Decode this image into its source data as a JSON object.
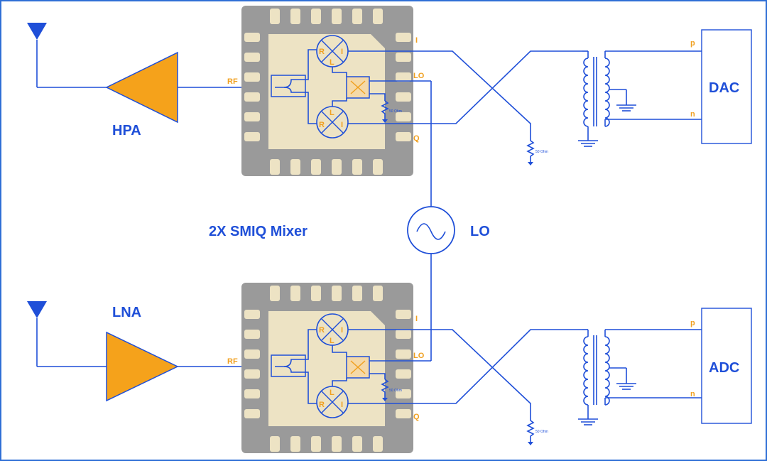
{
  "title": "2X SMIQ Mixer",
  "lo_label": "LO",
  "hpa_label": "HPA",
  "lna_label": "LNA",
  "dac_label": "DAC",
  "adc_label": "ADC",
  "transformer_pins": {
    "p": "p",
    "n": "n"
  },
  "chip_pins": {
    "rf": "RF",
    "i": "I",
    "lo": "LO",
    "q": "Q"
  },
  "mixer_ports": {
    "r": "R",
    "i": "I",
    "l": "L"
  },
  "resistor_label": "50 Ohm",
  "colors": {
    "wire": "#1f4fd8",
    "amplifier": "#f5a21b",
    "pin_label": "#f0a020",
    "chip": "#9a9a9a",
    "die": "#ede3c4"
  }
}
